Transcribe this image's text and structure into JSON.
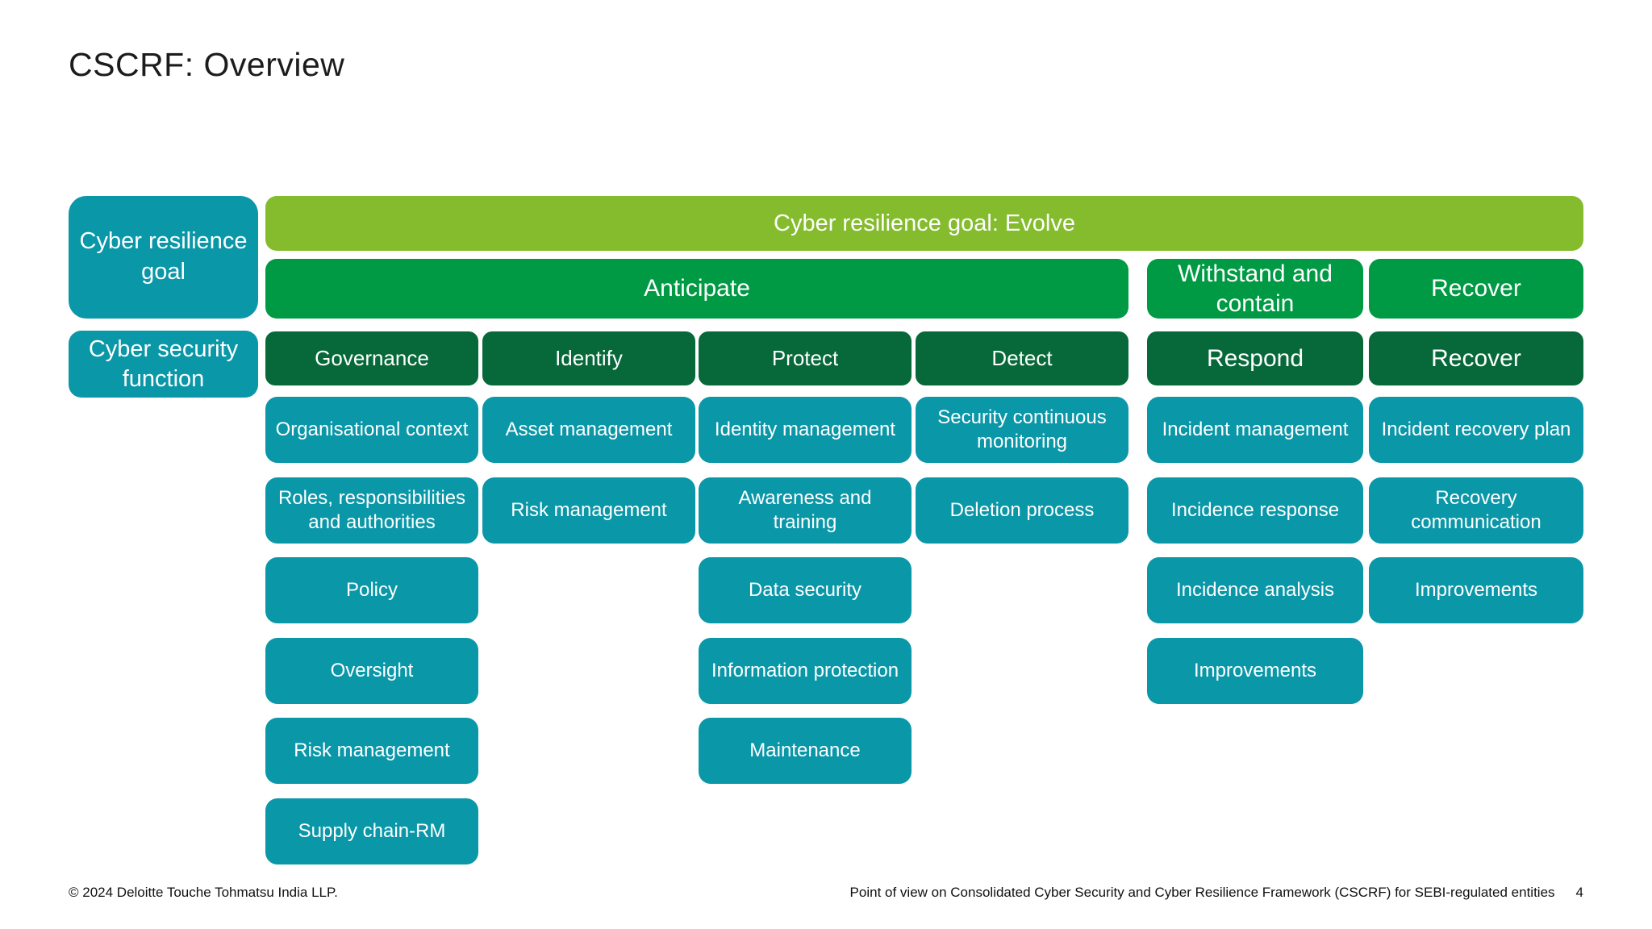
{
  "colors": {
    "teal": "#0A97A8",
    "lime": "#84BC2E",
    "green": "#009A44",
    "dark_green": "#07693A"
  },
  "slide": {
    "title": "CSCRF: Overview",
    "footer": {
      "copyright": "© 2024 Deloitte Touche Tohmatsu India LLP.",
      "caption": "Point of view on Consolidated Cyber Security and Cyber Resilience Framework (CSCRF) for SEBI-regulated entities",
      "page_number": "4"
    }
  },
  "legend": {
    "resilience_goal_label": "Cyber resilience goal",
    "security_function_label": "Cyber security function"
  },
  "goals": {
    "evolve": "Cyber resilience goal: Evolve",
    "anticipate": "Anticipate",
    "withstand": "Withstand and contain",
    "recover": "Recover"
  },
  "functions": [
    {
      "name": "Governance",
      "items": [
        "Organisational context",
        "Roles, responsibilities and authorities",
        "Policy",
        "Oversight",
        "Risk management",
        "Supply chain-RM"
      ]
    },
    {
      "name": "Identify",
      "items": [
        "Asset management",
        "Risk management"
      ]
    },
    {
      "name": "Protect",
      "items": [
        "Identity management",
        "Awareness and training",
        "Data security",
        "Information protection",
        "Maintenance"
      ]
    },
    {
      "name": "Detect",
      "items": [
        "Security continuous monitoring",
        "Deletion process"
      ]
    },
    {
      "name": "Respond",
      "items": [
        "Incident management",
        "Incidence response",
        "Incidence analysis",
        "Improvements"
      ]
    },
    {
      "name": "Recover",
      "items": [
        "Incident recovery plan",
        "Recovery communication",
        "Improvements"
      ]
    }
  ]
}
